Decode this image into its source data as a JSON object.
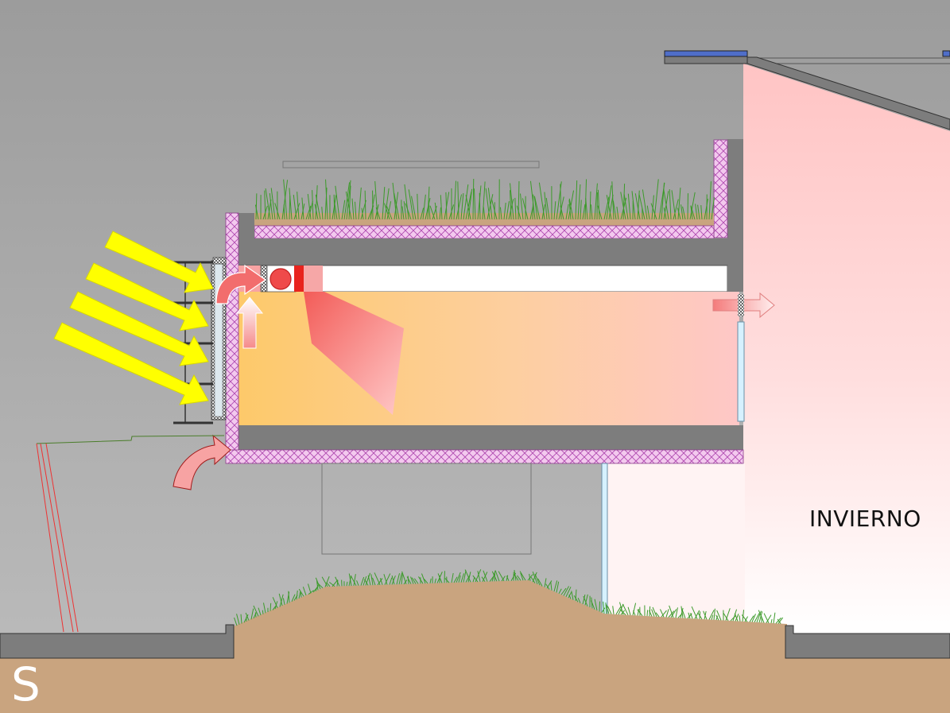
{
  "diagram": {
    "season_label": "INVIERNO",
    "orientation_label": "S"
  },
  "colors": {
    "background": "#a9a9a9",
    "concrete": "#7d7d7d",
    "insulation": "#f3c9ee",
    "warm_air": "#fdcb6e",
    "heated_interior": "#ffc7c7",
    "soil": "#c9a47f",
    "grass": "#3c9a2a",
    "sun_ray": "#ffff00",
    "airflow_arrow": "#f26d6d",
    "solar_panel": "#4f6ec9"
  },
  "icons": [
    "sun-ray-arrow",
    "airflow-arrow",
    "fan-icon",
    "vegetation"
  ]
}
